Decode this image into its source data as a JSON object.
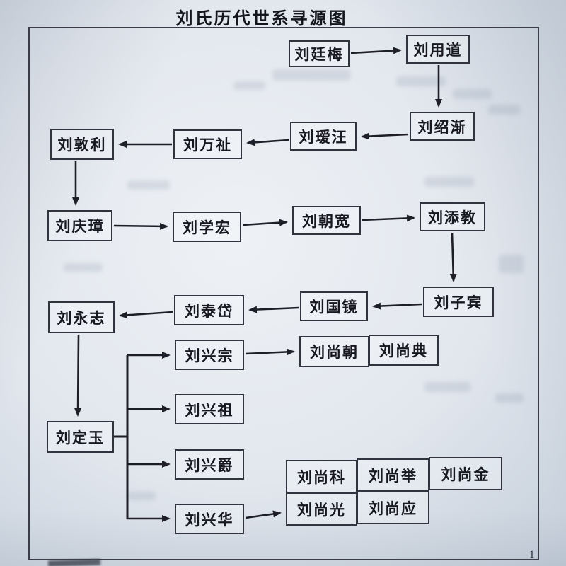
{
  "title": "刘氏历代世系寻源图",
  "page_number": "1",
  "nodes": {
    "liu_tingmei": {
      "label": "刘廷梅"
    },
    "liu_yongdao": {
      "label": "刘用道"
    },
    "liu_shaojian": {
      "label": "刘绍渐"
    },
    "liu_aiwang": {
      "label": "刘瑷汪"
    },
    "liu_wanzhi": {
      "label": "刘万祉"
    },
    "liu_dunli": {
      "label": "刘敦利"
    },
    "liu_qingzhang": {
      "label": "刘庆璋"
    },
    "liu_xuehong": {
      "label": "刘学宏"
    },
    "liu_chaokuan": {
      "label": "刘朝宽"
    },
    "liu_tianjiao": {
      "label": "刘添教"
    },
    "liu_zibin": {
      "label": "刘子宾"
    },
    "liu_guojing": {
      "label": "刘国镜"
    },
    "liu_taidai": {
      "label": "刘泰岱"
    },
    "liu_yongzhi": {
      "label": "刘永志"
    },
    "liu_dingyu": {
      "label": "刘定玉"
    },
    "liu_xingzong": {
      "label": "刘兴宗"
    },
    "liu_xingzu": {
      "label": "刘兴祖"
    },
    "liu_xingjue": {
      "label": "刘兴爵"
    },
    "liu_xinghua": {
      "label": "刘兴华"
    },
    "liu_shangchao": {
      "label": "刘尚朝"
    },
    "liu_shangdian": {
      "label": "刘尚典"
    },
    "liu_shangke": {
      "label": "刘尚科"
    },
    "liu_shangju": {
      "label": "刘尚举"
    },
    "liu_shangjin": {
      "label": "刘尚金"
    },
    "liu_shangguang": {
      "label": "刘尚光"
    },
    "liu_shangying": {
      "label": "刘尚应"
    }
  },
  "edges": [
    {
      "from": "liu_tingmei",
      "to": "liu_yongdao"
    },
    {
      "from": "liu_yongdao",
      "to": "liu_shaojian"
    },
    {
      "from": "liu_shaojian",
      "to": "liu_aiwang"
    },
    {
      "from": "liu_aiwang",
      "to": "liu_wanzhi"
    },
    {
      "from": "liu_wanzhi",
      "to": "liu_dunli"
    },
    {
      "from": "liu_dunli",
      "to": "liu_qingzhang"
    },
    {
      "from": "liu_qingzhang",
      "to": "liu_xuehong"
    },
    {
      "from": "liu_xuehong",
      "to": "liu_chaokuan"
    },
    {
      "from": "liu_chaokuan",
      "to": "liu_tianjiao"
    },
    {
      "from": "liu_tianjiao",
      "to": "liu_zibin"
    },
    {
      "from": "liu_zibin",
      "to": "liu_guojing"
    },
    {
      "from": "liu_guojing",
      "to": "liu_taidai"
    },
    {
      "from": "liu_taidai",
      "to": "liu_yongzhi"
    },
    {
      "from": "liu_yongzhi",
      "to": "liu_dingyu"
    },
    {
      "from": "liu_dingyu",
      "to": "liu_xingzong"
    },
    {
      "from": "liu_dingyu",
      "to": "liu_xingzu"
    },
    {
      "from": "liu_dingyu",
      "to": "liu_xingjue"
    },
    {
      "from": "liu_dingyu",
      "to": "liu_xinghua"
    },
    {
      "from": "liu_xingzong",
      "to": "liu_shangchao"
    },
    {
      "from": "liu_xinghua",
      "to": "liu_shangguang"
    }
  ],
  "adjacent_groups": [
    [
      "liu_shangchao",
      "liu_shangdian"
    ],
    [
      "liu_shangke",
      "liu_shangju",
      "liu_shangjin",
      "liu_shangguang",
      "liu_shangying"
    ]
  ],
  "colors": {
    "paper": "#e2e7ee",
    "line": "#1d1e27",
    "text": "#181820"
  }
}
